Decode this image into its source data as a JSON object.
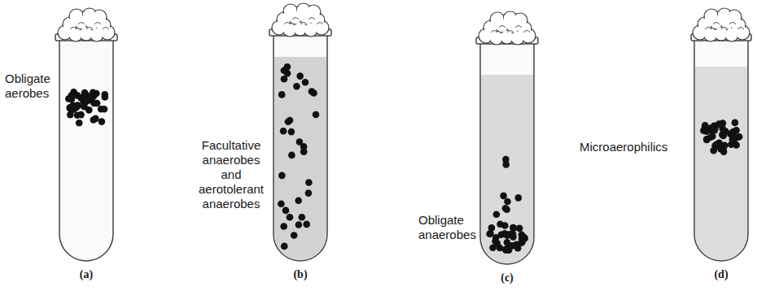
{
  "diagram": {
    "labels": [
      "Obligate aerobes",
      "(a)",
      "Facultative anaerobes and aerotolerant anaerobes",
      "(b)",
      "Obligate anaerobes",
      "(c)",
      "Microaerophilics",
      "(d)"
    ]
  }
}
